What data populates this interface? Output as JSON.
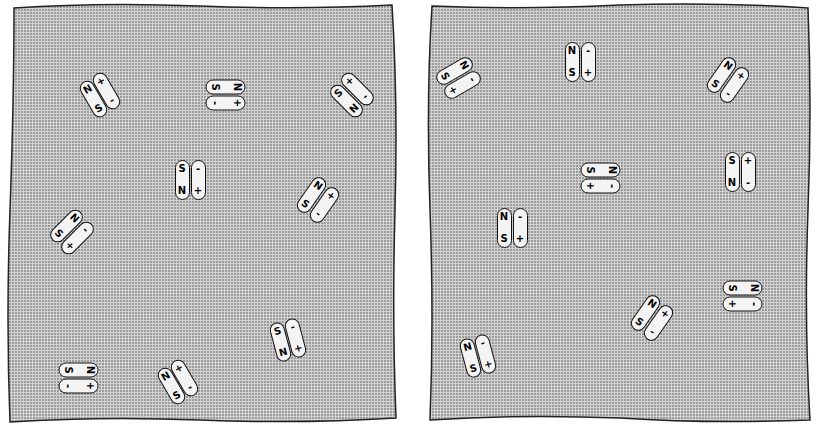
{
  "diagram": {
    "nodes": [
      {
        "text": [
          "N",
          "S"
        ]
      },
      {
        "text": [
          "+",
          "-"
        ]
      },
      {
        "text": [
          "N",
          "S"
        ]
      },
      {
        "text": [
          "+",
          "-"
        ]
      },
      {
        "text": [
          "S",
          "N"
        ]
      },
      {
        "text": [
          "+",
          "-"
        ]
      },
      {
        "text": [
          "S",
          "N"
        ]
      },
      {
        "text": [
          "-",
          "+"
        ]
      },
      {
        "text": [
          "N",
          "S"
        ]
      },
      {
        "text": [
          "+",
          "-"
        ]
      },
      {
        "text": [
          "N",
          "S"
        ]
      },
      {
        "text": [
          "-",
          "+"
        ]
      },
      {
        "text": [
          "S",
          "N"
        ]
      },
      {
        "text": [
          "-",
          "+"
        ]
      },
      {
        "text": [
          "N",
          "S"
        ]
      },
      {
        "text": [
          "+",
          "-"
        ]
      },
      {
        "text": [
          "N",
          "S"
        ]
      },
      {
        "text": [
          "+",
          "-"
        ]
      },
      {
        "text": [
          "N",
          "S"
        ]
      },
      {
        "text": [
          "-",
          "+"
        ]
      },
      {
        "text": [
          "N",
          "S"
        ]
      },
      {
        "text": [
          "-",
          "+"
        ]
      },
      {
        "text": [
          "N",
          "S"
        ]
      },
      {
        "text": [
          "+",
          "-"
        ]
      },
      {
        "text": [
          "N",
          "S"
        ]
      },
      {
        "text": [
          "-",
          "+"
        ]
      },
      {
        "text": [
          "S",
          "N"
        ]
      },
      {
        "text": [
          "+",
          "-"
        ]
      },
      {
        "text": [
          "N",
          "S"
        ]
      },
      {
        "text": [
          "-",
          "+"
        ]
      },
      {
        "text": [
          "N",
          "S"
        ]
      },
      {
        "text": [
          "+",
          "-"
        ]
      },
      {
        "text": [
          "N",
          "S"
        ]
      },
      {
        "text": [
          "-",
          "+"
        ]
      },
      {
        "text": [
          "N",
          "S"
        ]
      },
      {
        "text": [
          "-",
          "+"
        ]
      }
    ]
  }
}
